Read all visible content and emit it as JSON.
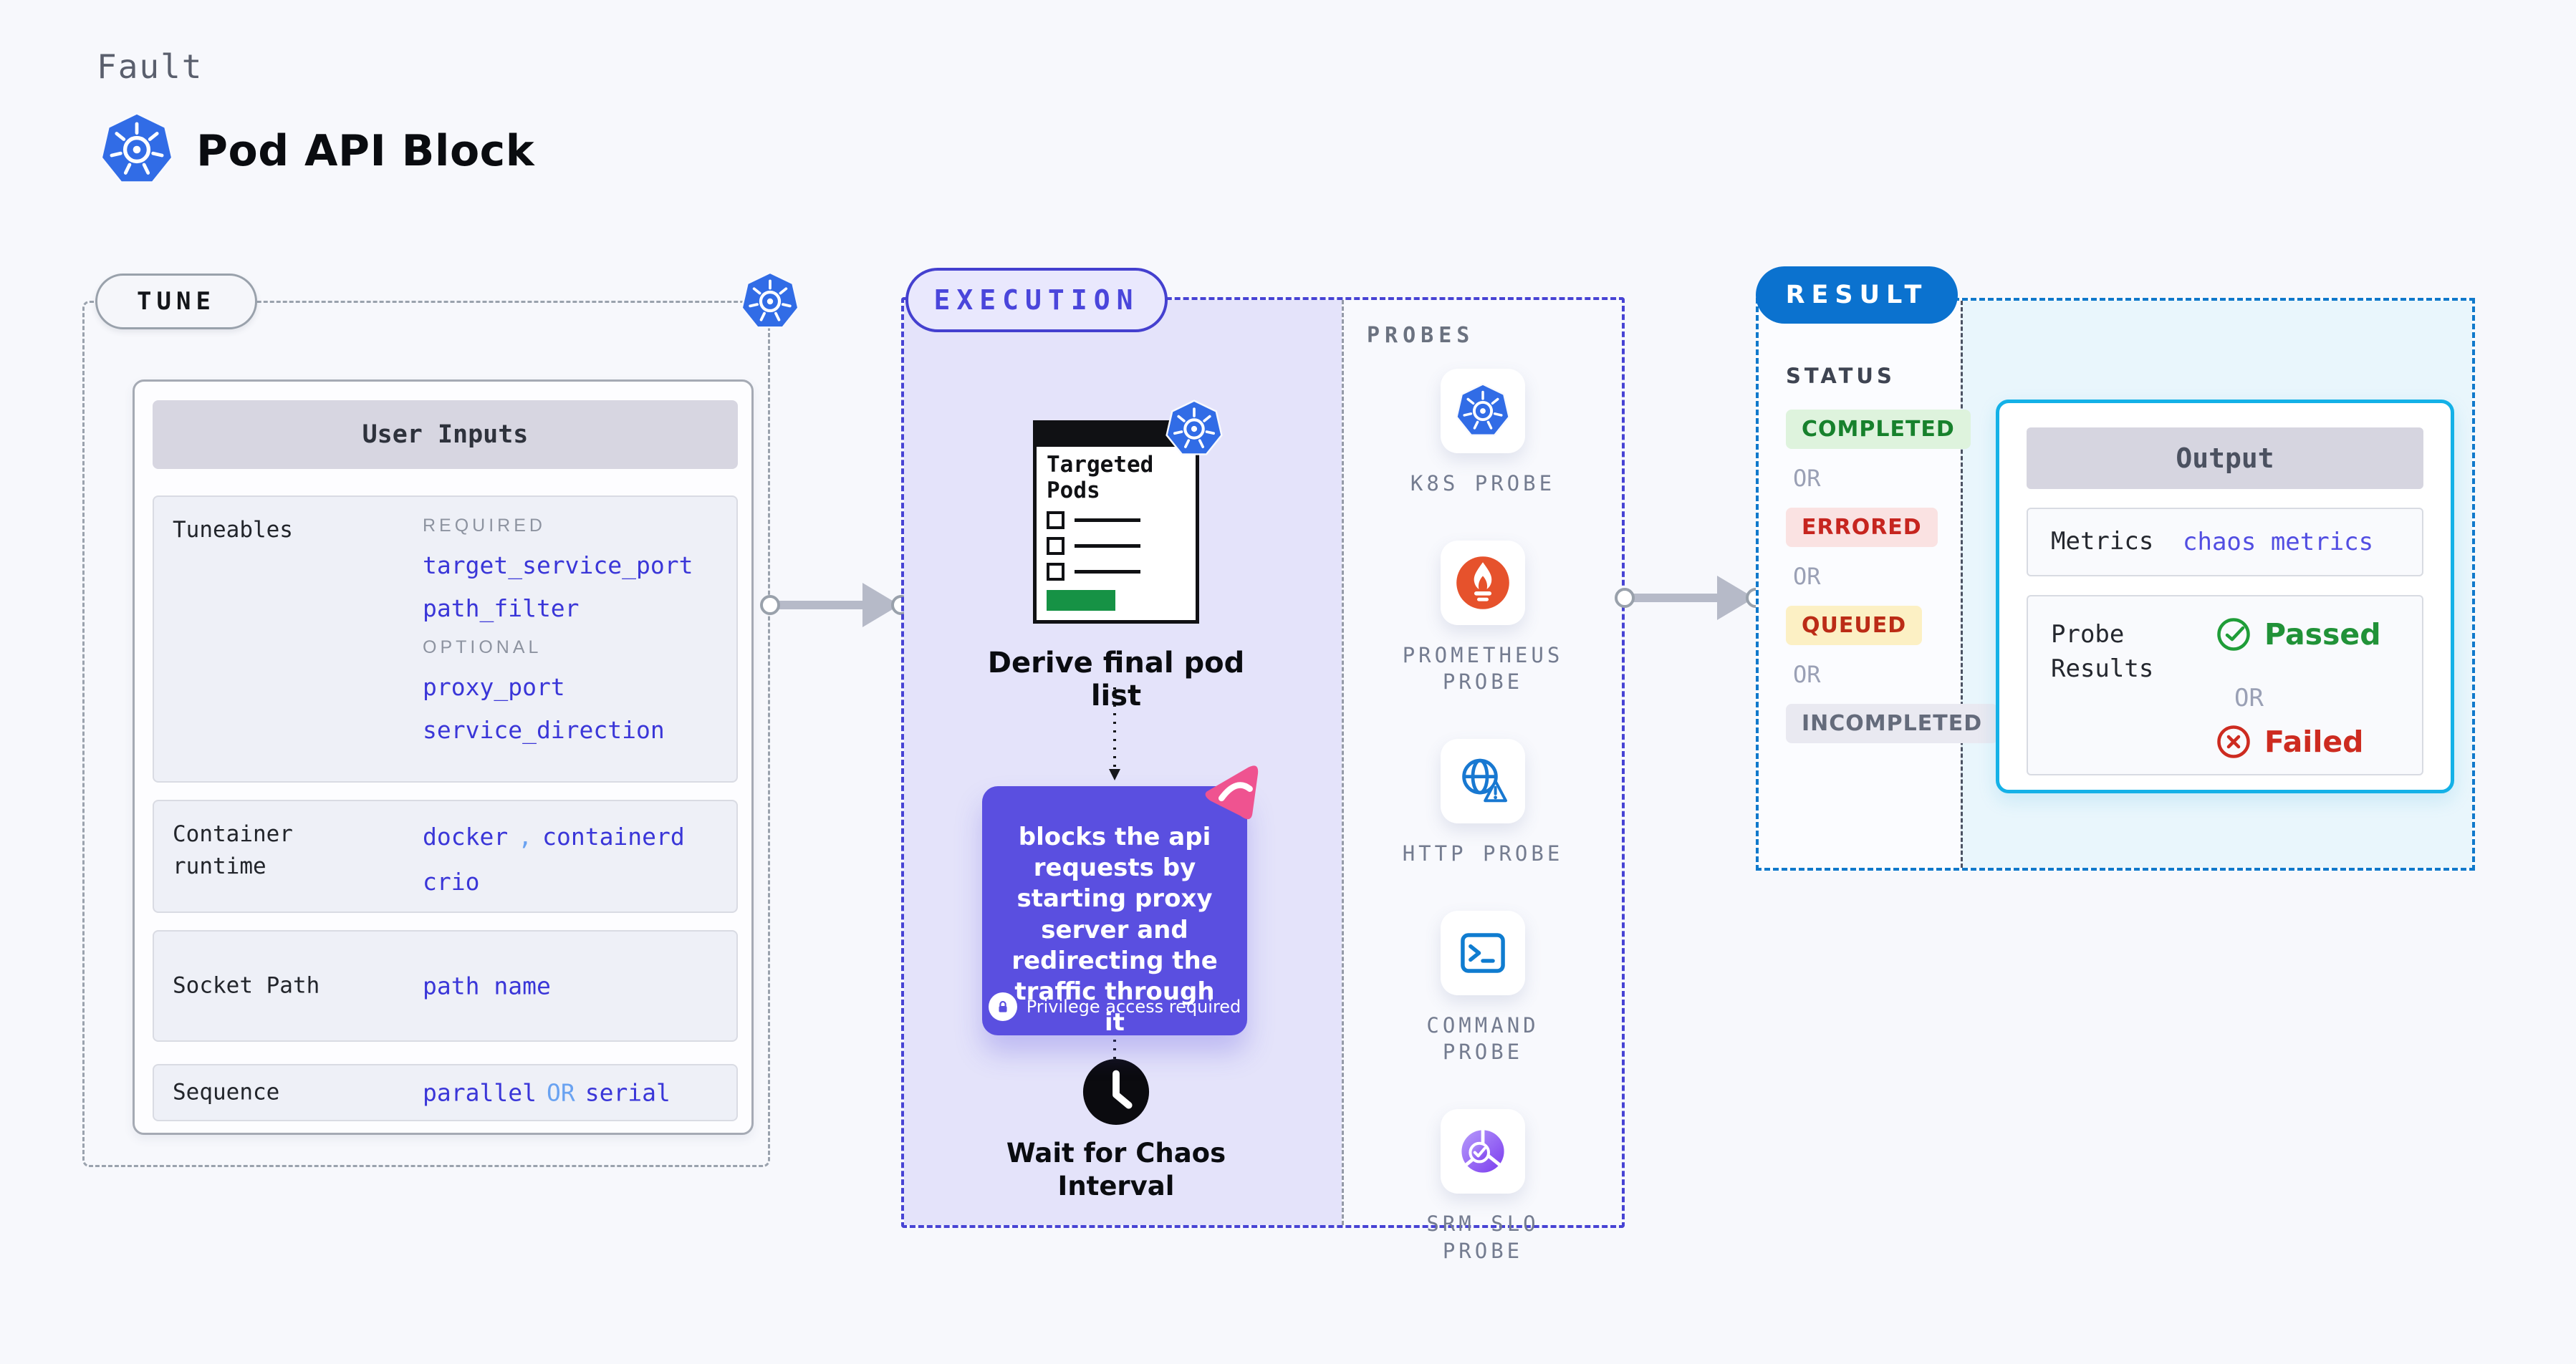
{
  "header": {
    "kicker": "Fault",
    "title": "Pod API Block"
  },
  "tune": {
    "badge_label": "TUNE",
    "user_inputs_title": "User Inputs",
    "tuneables": {
      "label": "Tuneables",
      "required_label": "REQUIRED",
      "required_params": [
        "target_service_port",
        "path_filter"
      ],
      "optional_label": "OPTIONAL",
      "optional_params": [
        "proxy_port",
        "service_direction"
      ]
    },
    "container_runtime": {
      "label": "Container runtime",
      "value1": "docker",
      "separator": ",",
      "value2": "containerd",
      "value3": "crio"
    },
    "socket_path": {
      "label": "Socket Path",
      "value": "path name"
    },
    "sequence": {
      "label": "Sequence",
      "option1": "parallel",
      "conjunction": "OR",
      "option2": "serial"
    }
  },
  "execution": {
    "badge_label": "EXECUTION",
    "targeted_pods_label": "Targeted Pods",
    "derive_label": "Derive final pod list",
    "action_text": "blocks the api requests by starting proxy server and redirecting the traffic through it",
    "privilege_label": "Privilege access required",
    "wait_label": "Wait for Chaos Interval"
  },
  "probes": {
    "title": "PROBES",
    "items": [
      {
        "icon": "k8s-probe-icon",
        "label": "K8S PROBE"
      },
      {
        "icon": "prometheus-probe-icon",
        "label": "PROMETHEUS PROBE"
      },
      {
        "icon": "http-probe-icon",
        "label": "HTTP PROBE"
      },
      {
        "icon": "command-probe-icon",
        "label": "COMMAND PROBE"
      },
      {
        "icon": "srm-slo-probe-icon",
        "label": "SRM SLO PROBE"
      }
    ]
  },
  "result": {
    "badge_label": "RESULT",
    "status": {
      "title": "STATUS",
      "separator": "OR",
      "items": [
        {
          "label": "COMPLETED",
          "bg": "#def3dd",
          "color": "#17812c"
        },
        {
          "label": "ERRORED",
          "bg": "#fae2e2",
          "color": "#c6251f"
        },
        {
          "label": "QUEUED",
          "bg": "#fcf0c4",
          "color": "#bb2c16"
        },
        {
          "label": "INCOMPLETED",
          "bg": "#e9e9f1",
          "color": "#646b7b"
        }
      ]
    },
    "output": {
      "title": "Output",
      "metrics_label": "Metrics",
      "metrics_value": "chaos metrics",
      "probe_results_label": "Probe Results",
      "passed_label": "Passed",
      "separator": "OR",
      "failed_label": "Failed"
    }
  },
  "colors": {
    "page_bg": "#f7f8fc",
    "k8s_blue": "#316ce6",
    "param_blue": "#3a36d8",
    "conjunction_blue": "#69a2f1",
    "execution_indigo": "#4743d4",
    "execution_fill": "#e4e3fa",
    "action_purple": "#5a4fe0",
    "litmus_pink": "#ef5390",
    "result_blue": "#0b72cf",
    "output_border_cyan": "#14b1e7",
    "passed_green": "#219238",
    "failed_red": "#cd2b20",
    "prometheus_orange": "#e6522c",
    "targeted_pods_green": "#169245"
  }
}
